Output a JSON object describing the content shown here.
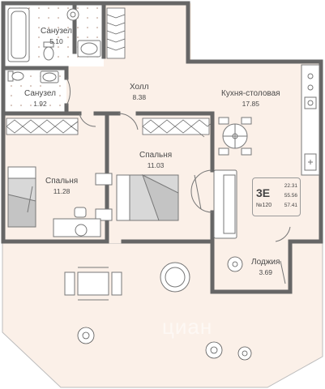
{
  "rooms": [
    {
      "name": "Санузел",
      "area": "5.10"
    },
    {
      "name": "Санузел",
      "area": "1.92"
    },
    {
      "name": "Холл",
      "area": "8.38"
    },
    {
      "name": "Кухня-столовая",
      "area": "17.85"
    },
    {
      "name": "Спальня",
      "area": "11.03"
    },
    {
      "name": "Спальня",
      "area": "11.28"
    },
    {
      "name": "Лоджия",
      "area": "3.69"
    }
  ],
  "badge": {
    "type": "3Е",
    "number": "№120",
    "areas": [
      "22.31",
      "55.56",
      "57.41"
    ]
  },
  "watermark": "циан",
  "colors": {
    "wall": "#666666",
    "floor": "#fbf0e8",
    "terrace": "#fbf0e8",
    "bath_tile": "#ffffff",
    "furniture": "#9a9a9a"
  }
}
